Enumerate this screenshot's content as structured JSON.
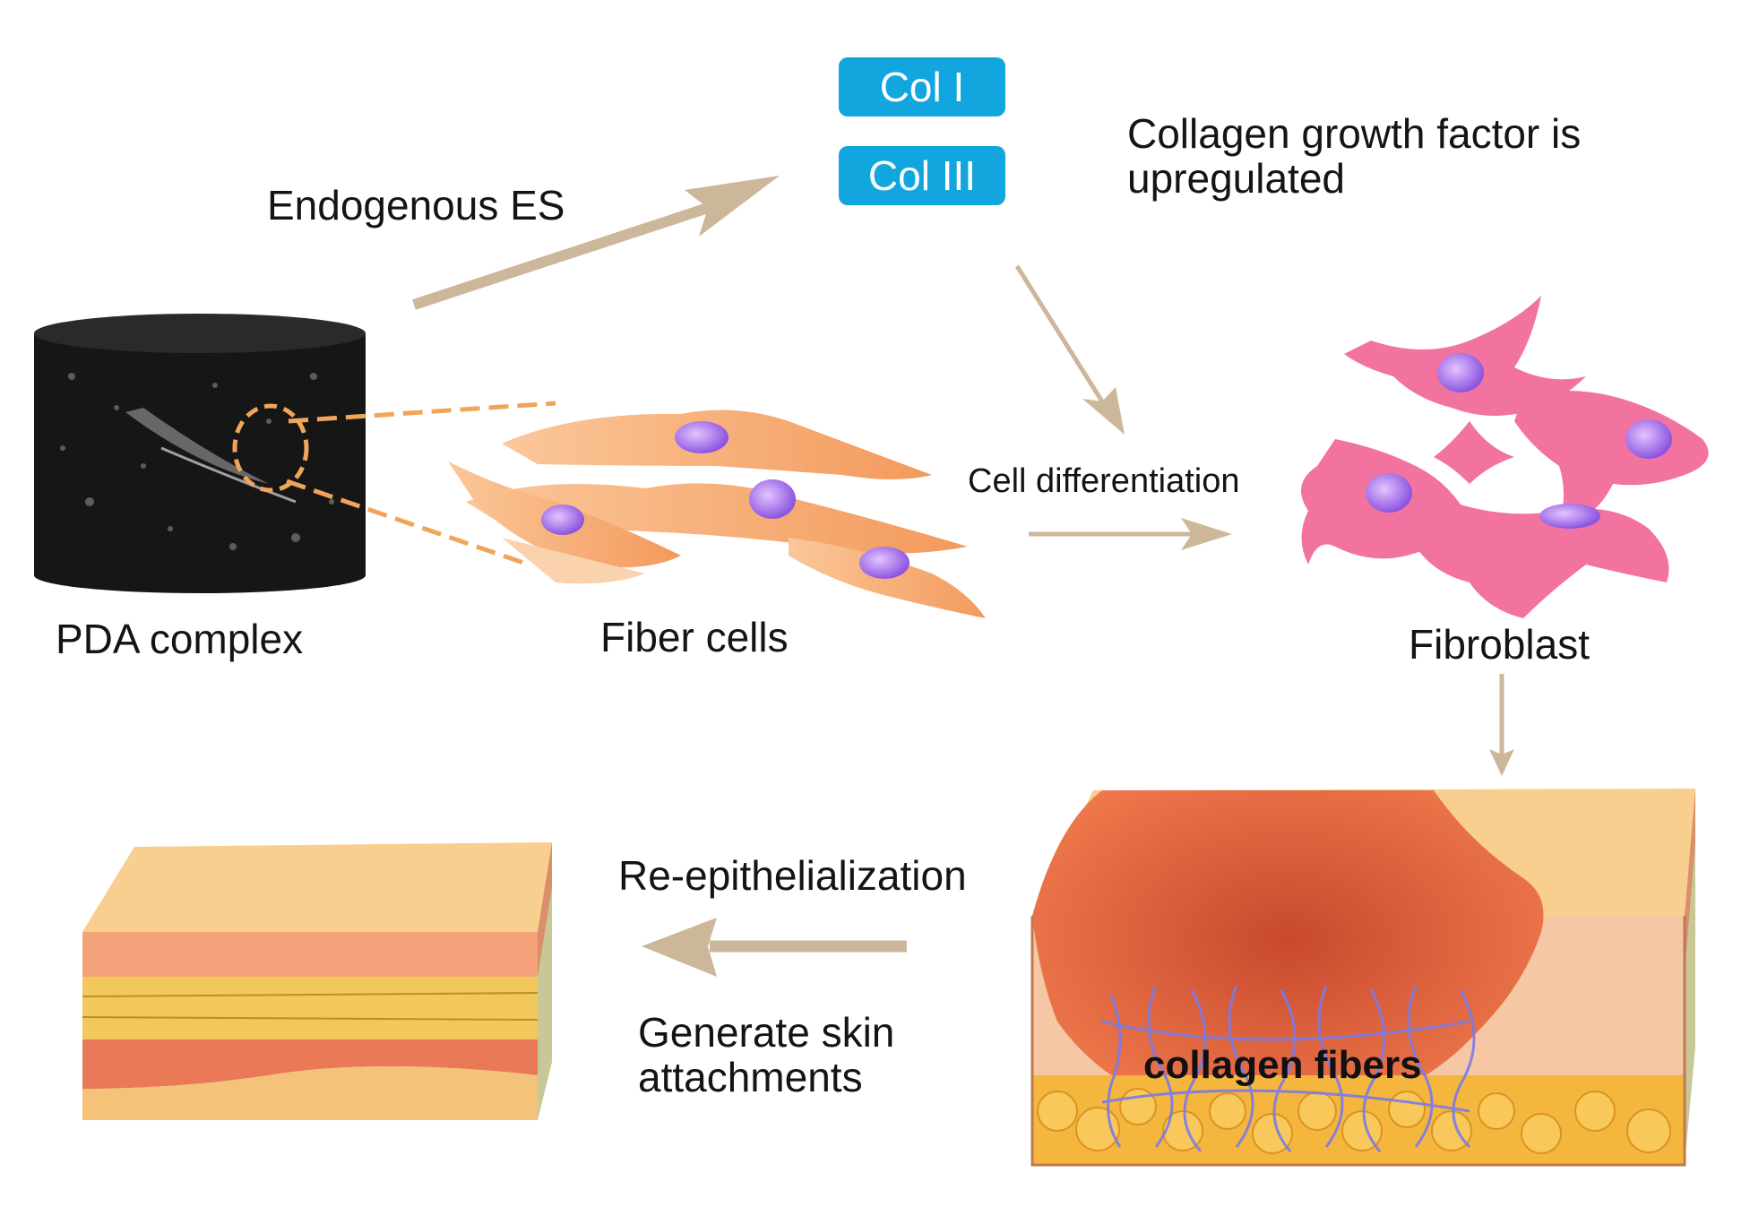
{
  "labels": {
    "endogenous_es": "Endogenous ES",
    "col_i": "Col I",
    "col_iii": "Col III",
    "growth_factor_line1": "Collagen growth factor is",
    "growth_factor_line2": "upregulated",
    "cell_differentiation": "Cell differentiation",
    "pda_complex": "PDA complex",
    "fiber_cells": "Fiber cells",
    "fibroblast": "Fibroblast",
    "re_epithelialization": "Re-epithelialization",
    "skin_attachments_line1": "Generate skin",
    "skin_attachments_line2": "attachments",
    "collagen_fibers": "collagen fibers"
  },
  "colors": {
    "arrow": "#cdb79b",
    "badge": "#12a6df",
    "fiber_cell": "#f5a66d",
    "fibroblast": "#f2739f",
    "nucleus": "#9a66e0",
    "skin_top": "#f8cf8e",
    "wound": "#e8643c",
    "collagen_fiber": "#7b7be8"
  }
}
